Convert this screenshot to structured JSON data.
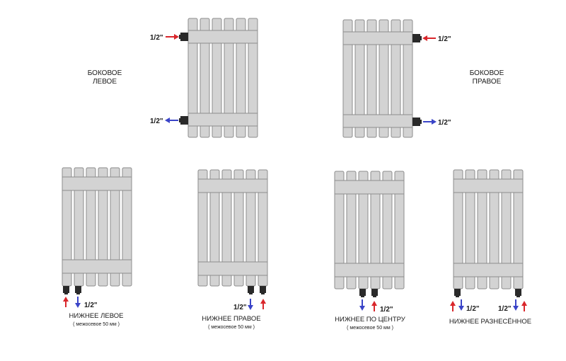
{
  "colors": {
    "radiator_fill": "#d3d3d3",
    "radiator_stroke": "#8c8c8c",
    "valve": "#2a2a2a",
    "supply_arrow": "#d9262b",
    "return_arrow": "#3a44c8"
  },
  "fitting": "1/2\"",
  "diagrams": [
    {
      "id": "side-left",
      "lines": [
        "БОКОВОЕ",
        "ЛЕВОЕ"
      ]
    },
    {
      "id": "side-right",
      "lines": [
        "БОКОВОЕ",
        "ПРАВОЕ"
      ]
    },
    {
      "id": "bottom-left",
      "lines": [
        "НИЖНЕЕ ЛЕВОЕ"
      ],
      "note": "( межосевое 50 мм )"
    },
    {
      "id": "bottom-right",
      "lines": [
        "НИЖНЕЕ ПРАВОЕ"
      ],
      "note": "( межосевое 50 мм )"
    },
    {
      "id": "bottom-center",
      "lines": [
        "НИЖНЕЕ ПО ЦЕНТРУ"
      ],
      "note": "( межосевое 50 мм )"
    },
    {
      "id": "bottom-diagonal",
      "lines": [
        "НИЖНЕЕ РАЗНЕСЁННОЕ"
      ]
    }
  ]
}
